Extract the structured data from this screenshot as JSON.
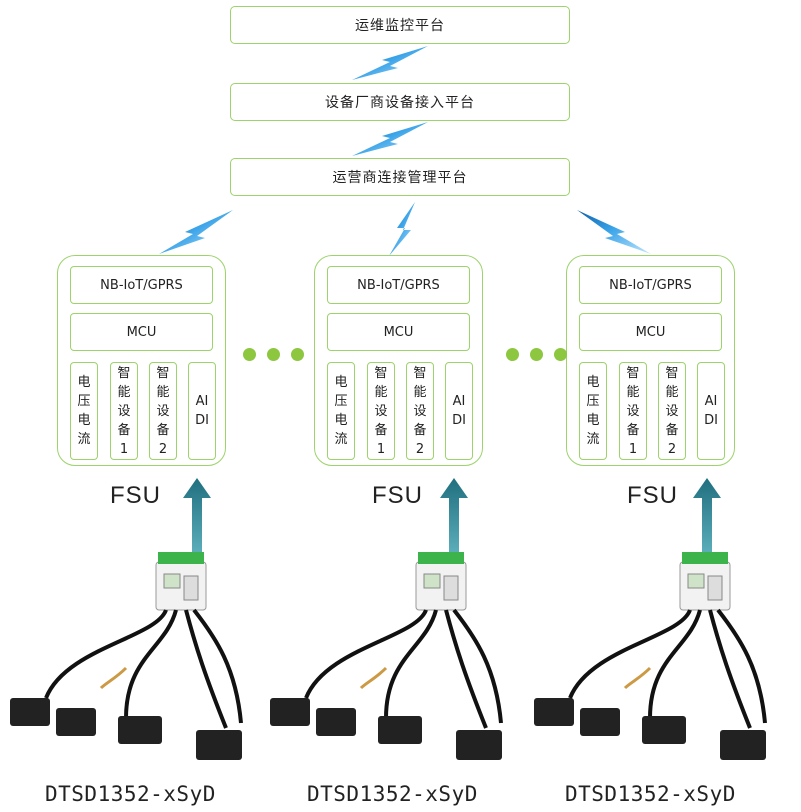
{
  "platforms": {
    "ops_monitoring": "运维监控平台",
    "vendor_access": "设备厂商设备接入平台",
    "carrier_connection": "运营商连接管理平台"
  },
  "fsu_units": [
    {
      "comm": "NB-IoT/GPRS",
      "mcu": "MCU",
      "col_voltage": [
        "电",
        "压",
        "电",
        "流"
      ],
      "col_dev1": [
        "智",
        "能",
        "设",
        "备",
        "1"
      ],
      "col_dev2": [
        "智",
        "能",
        "设",
        "备",
        "2"
      ],
      "col_aidi": [
        "AI",
        "DI"
      ],
      "label": "FSU",
      "model": "DTSD1352-xSyD"
    },
    {
      "comm": "NB-IoT/GPRS",
      "mcu": "MCU",
      "col_voltage": [
        "电",
        "压",
        "电",
        "流"
      ],
      "col_dev1": [
        "智",
        "能",
        "设",
        "备",
        "1"
      ],
      "col_dev2": [
        "智",
        "能",
        "设",
        "备",
        "2"
      ],
      "col_aidi": [
        "AI",
        "DI"
      ],
      "label": "FSU",
      "model": "DTSD1352-xSyD"
    },
    {
      "comm": "NB-IoT/GPRS",
      "mcu": "MCU",
      "col_voltage": [
        "电",
        "压",
        "电",
        "流"
      ],
      "col_dev1": [
        "智",
        "能",
        "设",
        "备",
        "1"
      ],
      "col_dev2": [
        "智",
        "能",
        "设",
        "备",
        "2"
      ],
      "col_aidi": [
        "AI",
        "DI"
      ],
      "label": "FSU",
      "model": "DTSD1352-xSyD"
    }
  ],
  "colors": {
    "border_green": "#9cd36b",
    "dot_green": "#8dc63f",
    "arrow_teal": "#2a7d8c",
    "bolt_blue": "#2f8fd6"
  },
  "icons": [
    "lightning-bolt-icon",
    "ellipsis-dots-icon",
    "up-arrow-icon",
    "energy-meter-device-icon"
  ]
}
